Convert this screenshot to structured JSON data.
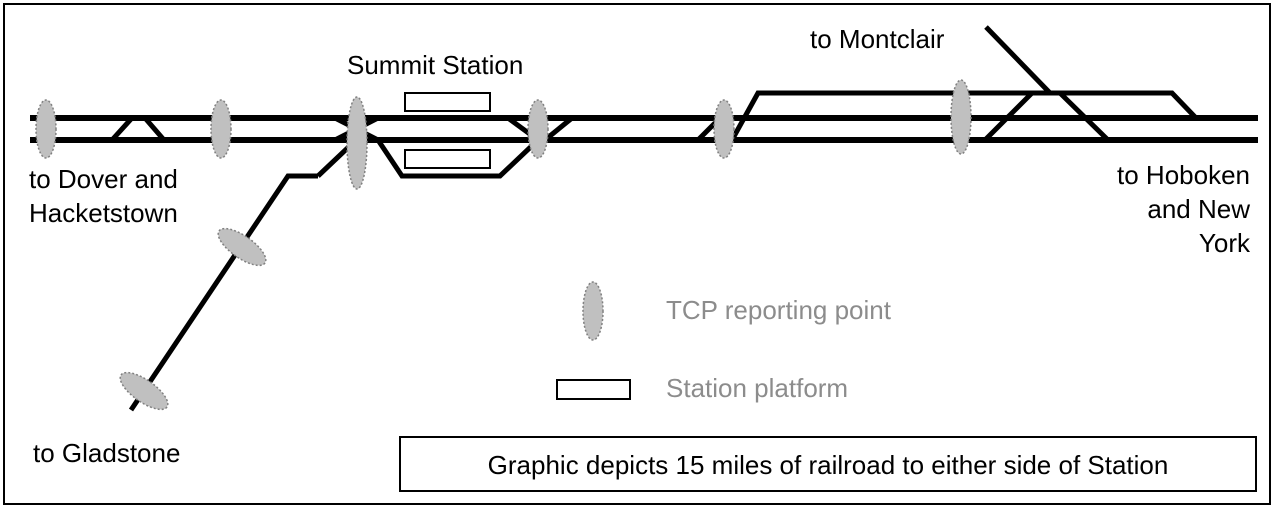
{
  "labels": {
    "station": "Summit Station",
    "montclair": "to Montclair",
    "dover_line1": "to Dover and",
    "dover_line2": "Hacketstown",
    "hoboken_line1": "to Hoboken",
    "hoboken_line2": "and New",
    "hoboken_line3": "York",
    "gladstone": "to Gladstone"
  },
  "legend": {
    "tcp": "TCP reporting point",
    "platform": "Station platform"
  },
  "caption": "Graphic depicts 15 miles of railroad to either side of Station",
  "colors": {
    "track": "#000000",
    "tcp_fill": "#c0c0c0",
    "tcp_border": "#808080",
    "legend_text": "#8c8c8c"
  }
}
